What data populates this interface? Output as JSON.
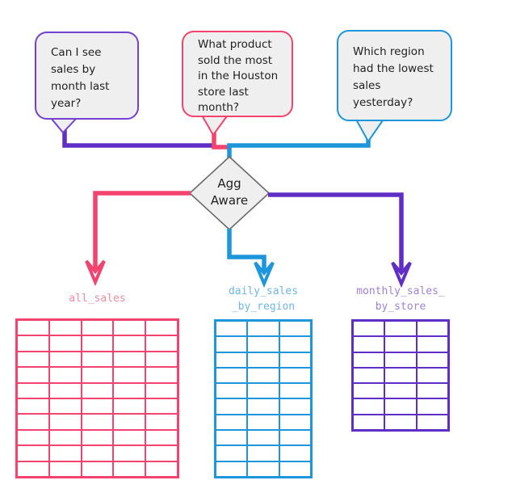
{
  "colors": {
    "purple": "#5F2EC6",
    "purple_bubble": "#7440D2",
    "pink": "#F4436E",
    "blue": "#1E96DC",
    "pink_light": "#F58CA2",
    "blue_light": "#70B6E6",
    "purple_light": "#9D83DB",
    "bubble_fill": "#EFEFEF",
    "diamond_stroke": "#6A6A6A",
    "ink": "#1F1F1F"
  },
  "bubbles": [
    {
      "id": "question-1",
      "color": "purple",
      "text": "Can I see\nsales by\nmonth last\nyear?"
    },
    {
      "id": "question-2",
      "color": "pink",
      "text": "What product\nsold the most\nin the Houston\nstore last\nmonth?"
    },
    {
      "id": "question-3",
      "color": "blue",
      "text": "Which region\nhad the lowest\nsales\nyesterday?"
    }
  ],
  "diamond": {
    "text": "Agg\nAware"
  },
  "tables": [
    {
      "label": "all_sales",
      "color": "pink",
      "columns": 5,
      "rows": 10
    },
    {
      "label": "daily_sales\n_by_region",
      "color": "blue",
      "columns": 3,
      "rows": 10
    },
    {
      "label": "monthly_sales_\nby_store",
      "color": "purple",
      "columns": 3,
      "rows": 7
    }
  ]
}
